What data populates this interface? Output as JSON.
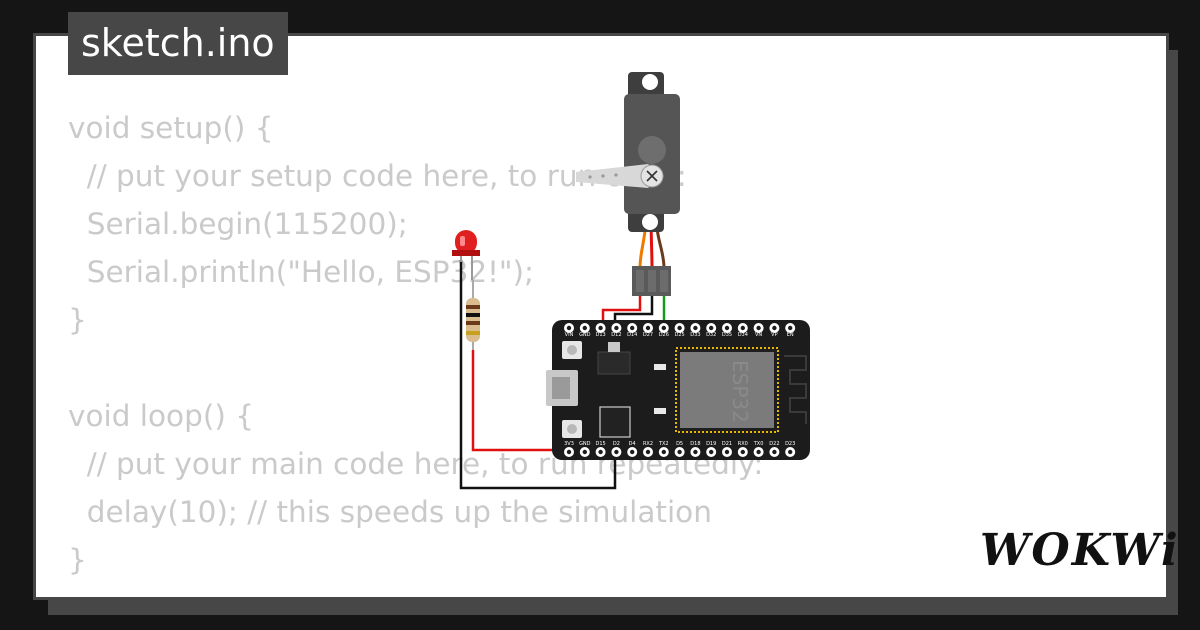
{
  "file": {
    "name": "sketch.ino"
  },
  "code": {
    "lines": [
      "void setup() {",
      "  // put your setup code here, to run once:",
      "  Serial.begin(115200);",
      "  Serial.println(\"Hello, ESP32!\");",
      "}",
      "",
      "void loop() {",
      "  // put your main code here, to run repeatedly:",
      "  delay(10); // this speeds up the simulation",
      "}"
    ]
  },
  "board": {
    "chip_label": "ESP32",
    "top_pins": [
      "VIN",
      "GND",
      "D13",
      "D12",
      "D14",
      "D27",
      "D26",
      "D25",
      "D33",
      "D32",
      "D35",
      "D34",
      "VN",
      "VP",
      "EN"
    ],
    "bottom_pins": [
      "3V3",
      "GND",
      "D15",
      "D2",
      "D4",
      "RX2",
      "TX2",
      "D5",
      "D18",
      "D19",
      "D21",
      "RX0",
      "TX0",
      "D22",
      "D23"
    ]
  },
  "brand": {
    "logo_text": "WOKWi"
  },
  "colors": {
    "background": "#151515",
    "card": "#ffffff",
    "tab": "#474747",
    "code_text": "#cacaca",
    "board": "#1c1c1c",
    "wire_red": "#e01010",
    "wire_black": "#111111",
    "wire_green": "#1a9a1a",
    "wire_orange": "#f07a00"
  }
}
